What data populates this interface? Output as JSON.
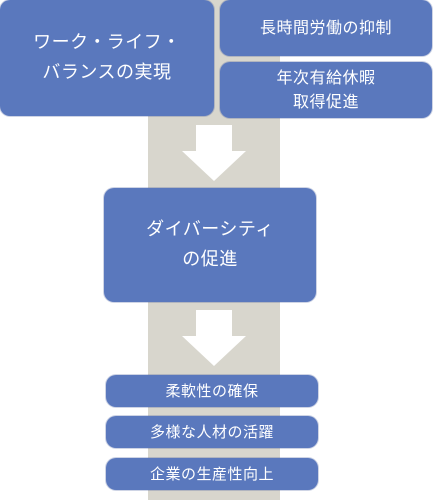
{
  "top": {
    "main": {
      "line1": "ワーク・ライフ・",
      "line2": "バランスの実現"
    },
    "side1": "長時間労働の抑制",
    "side2": {
      "line1": "年次有給休暇",
      "line2": "取得促進"
    }
  },
  "middle": {
    "line1": "ダイバーシティ",
    "line2": "の促進"
  },
  "bottom": [
    "柔軟性の確保",
    "多様な人材の活躍",
    "企業の生産性向上"
  ],
  "colors": {
    "box": "#5a78bd",
    "band": "#d8d6cd",
    "arrow": "#ffffff"
  }
}
